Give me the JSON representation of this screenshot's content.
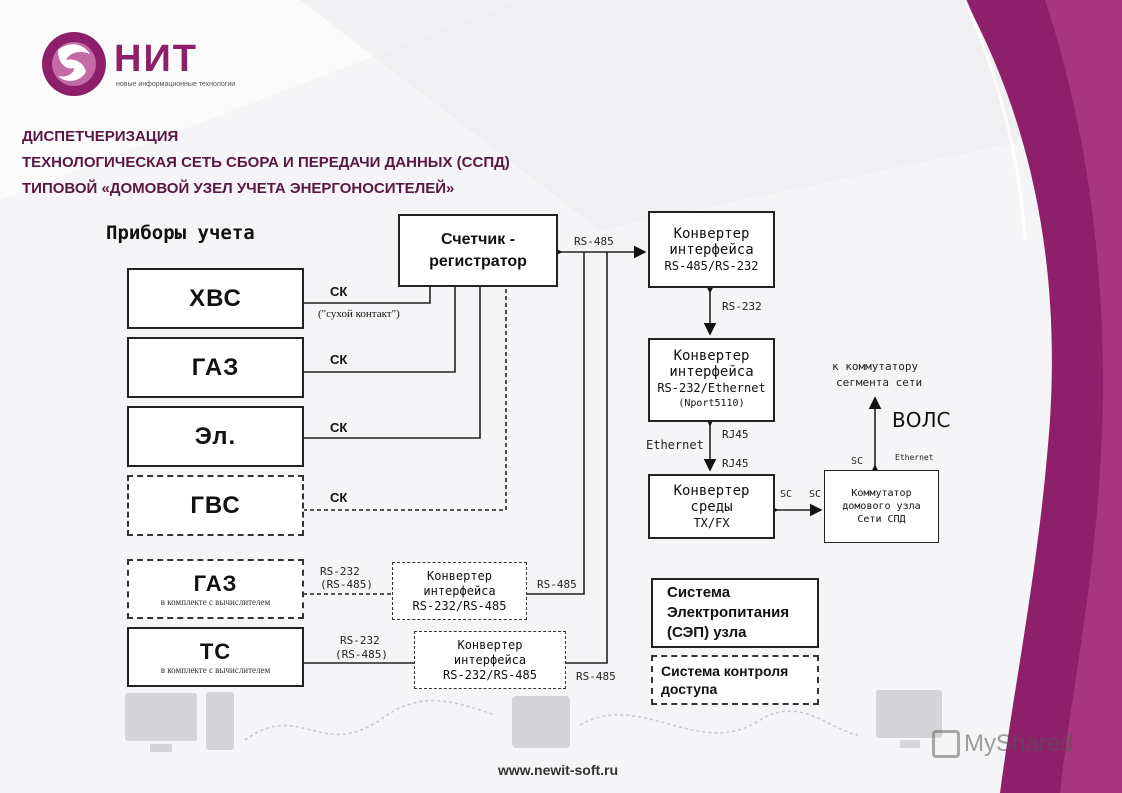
{
  "header": {
    "logo_name": "НИТ",
    "logo_tagline": "новые информационные технологии",
    "line1": "ДИСПЕТЧЕРИЗАЦИЯ",
    "line2": "ТЕХНОЛОГИЧЕСКАЯ  СЕТЬ СБОРА И ПЕРЕДАЧИ ДАННЫХ (ССПД)",
    "line3": "ТИПОВОЙ «ДОМОВОЙ  УЗЕЛ УЧЕТА ЭНЕРГОНОСИТЕЛЕЙ»"
  },
  "diagram": {
    "meters_title": "Приборы учета",
    "meters": [
      {
        "label": "ХВС"
      },
      {
        "label": "ГАЗ"
      },
      {
        "label": "Эл."
      },
      {
        "label": "ГВС"
      }
    ],
    "meters_with_calc": [
      {
        "label": "ГАЗ",
        "note": "в комплекте с вычислителем"
      },
      {
        "label": "ТС",
        "note": "в комплекте с вычислителем"
      }
    ],
    "sk": "СК",
    "dry_contact": "(\"сухой контакт\")",
    "counter_registrar": "Счетчик - регистратор",
    "conv_485_232": {
      "title": "Конвертер",
      "line2": "интерфейса",
      "line3": "RS-485/RS-232"
    },
    "conv_232_eth": {
      "title": "Конвертер",
      "line2": "интерфейса",
      "line3": "RS-232/Ethernet",
      "line4": "(Nport5110)"
    },
    "media_conv": {
      "title": "Конвертер",
      "line2": "среды",
      "line3": "TX/FX"
    },
    "conv_232_485_a": {
      "title": "Конвертер",
      "line2": "интерфейса",
      "line3": "RS-232/RS-485"
    },
    "conv_232_485_b": {
      "title": "Конвертер",
      "line2": "интерфейса",
      "line3": "RS-232/RS-485"
    },
    "switch": {
      "line1": "Коммутатор",
      "line2": "домового узла",
      "line3": "Сети СПД"
    },
    "power": "Система Электропитания (СЭП) узла",
    "access": "Система контроля доступа",
    "labels": {
      "rs485": "RS-485",
      "rs232": "RS-232",
      "rs232_485": "RS-232",
      "rs485_paren": "(RS-485)",
      "rj45": "RJ45",
      "ethernet": "Ethernet",
      "sc": "SC",
      "ethernet_small": "Ethernet",
      "to_switch_1": "к коммутатору",
      "to_switch_2": "сегмента сети",
      "vols": "ВОЛС"
    }
  },
  "footer": {
    "url": "www.newit-soft.ru",
    "watermark": "MyShared"
  },
  "colors": {
    "brand": "#8e1f6a",
    "header_text": "#5a1744"
  }
}
